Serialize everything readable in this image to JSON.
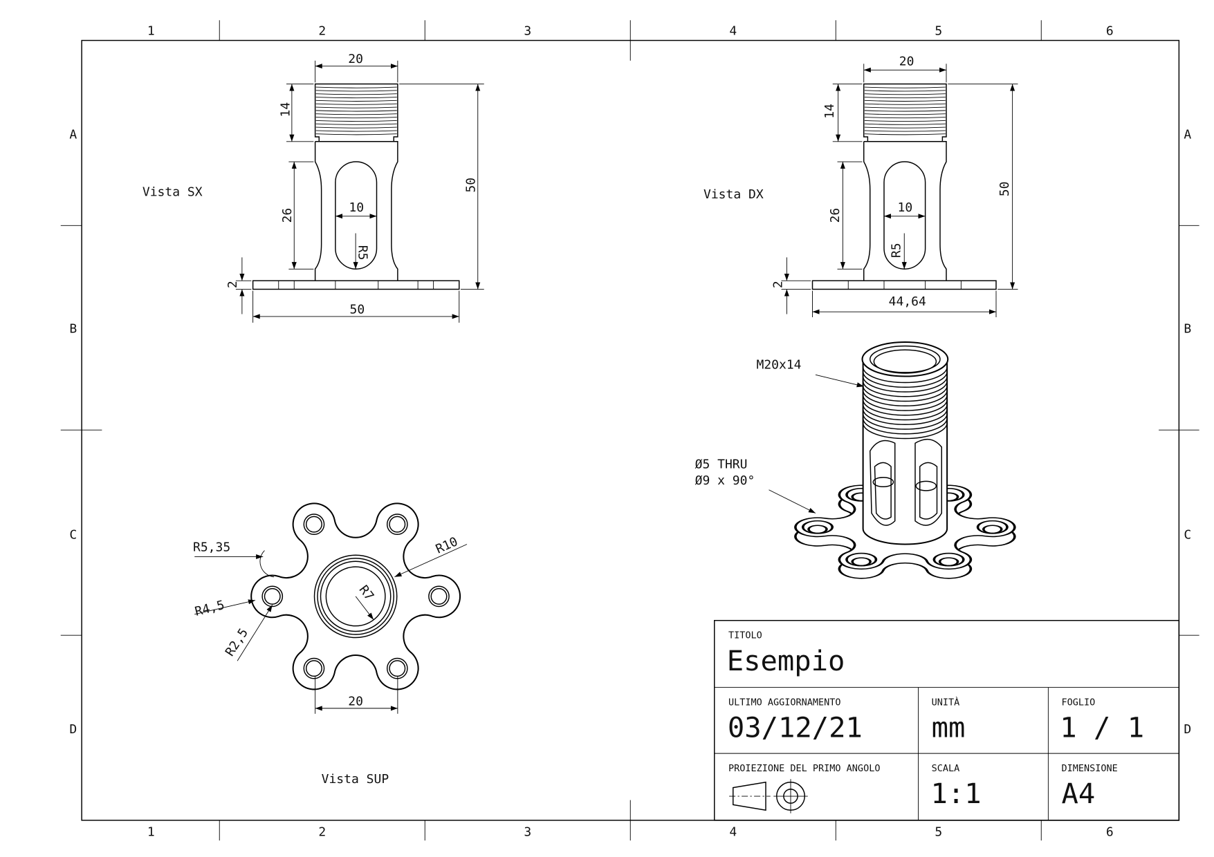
{
  "sheet": {
    "zone_columns": [
      "1",
      "2",
      "3",
      "4",
      "5",
      "6"
    ],
    "zone_rows": [
      "A",
      "B",
      "C",
      "D"
    ]
  },
  "views": {
    "left": {
      "label": "Vista SX",
      "dims": {
        "top_width": "20",
        "thread_len": "14",
        "slot_len": "26",
        "height": "50",
        "slot_width": "10",
        "slot_radius": "R5",
        "base_thk": "2",
        "base_width": "50"
      }
    },
    "right": {
      "label": "Vista DX",
      "dims": {
        "top_width": "20",
        "thread_len": "14",
        "slot_len": "26",
        "height": "50",
        "slot_width": "10",
        "slot_radius": "R5",
        "base_thk": "2",
        "base_width": "44,64"
      }
    },
    "top": {
      "label": "Vista SUP",
      "dims": {
        "r_fillet": "R5,35",
        "r_outer": "R10",
        "r_inner": "R7",
        "r_lobe": "R4,5",
        "r_hole": "R2,5",
        "hole_spacing": "20"
      }
    },
    "iso": {
      "thread_note": "M20x14",
      "hole_note_1": "Ø5 THRU",
      "hole_note_2": "Ø9 x 90°"
    }
  },
  "title_block": {
    "title_label": "TITOLO",
    "title": "Esempio",
    "updated_label": "ULTIMO AGGIORNAMENTO",
    "updated": "03/12/21",
    "units_label": "UNITÀ",
    "units": "mm",
    "sheet_label": "FOGLIO",
    "sheet": "1 / 1",
    "projection_label": "PROIEZIONE DEL PRIMO ANGOLO",
    "scale_label": "SCALA",
    "scale": "1:1",
    "size_label": "DIMENSIONE",
    "size": "A4"
  }
}
